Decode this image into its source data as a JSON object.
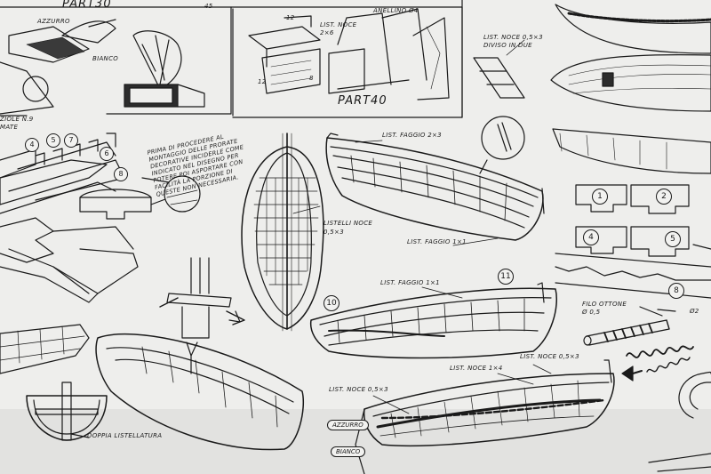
{
  "labels": {
    "part30": "PART30",
    "part40": "PART40",
    "anellino": "ANELLINO Ø4",
    "list_noce_2x6": "LIST. NOCE\n2×6",
    "list_noce_diviso": "LIST. NOCE 0,5×3\nDIVISO IN DUE",
    "ziole": "ZIOLE N.9\nMATE",
    "prima_note": "PRIMA DI PROCEDERE AL MONTAGGIO DELLE PRORATE DECORATIVE INCIDERLE COME INDICATO NEL DISEGNO PER POTERE POI ASPORTARE CON FACILITÀ LA PORZIONE DI QUESTE NON NECESSARIA.",
    "list_faggio_2x3": "LIST. FAGGIO 2×3",
    "listelli_noce": "LISTELLI NOCE\n0,5×3",
    "list_faggio_1x1_a": "LIST. FAGGIO 1×1",
    "list_faggio_1x1_b": "LIST. FAGGIO 1×1",
    "filo_ottone": "FILO OTTONE\nØ 0,5",
    "diam2": "Ø2",
    "list_noce_1x4": "LIST. NOCE 1×4",
    "list_noce_05x3_a": "LIST. NOCE 0,5×3",
    "list_noce_05x3_b": "LIST. NOCE 0,5×3",
    "doppia": "DOPPIA LISTELLATURA",
    "azzurro_top": "AZZURRO",
    "bianco_top": "BIANCO",
    "azzurro": "AZZURRO",
    "bianco": "BIANCO",
    "dim_12a": "12",
    "dim_12b": "12",
    "dim_8": "8",
    "dim_45": "45"
  },
  "callouts": [
    "4",
    "5",
    "7",
    "6",
    "8",
    "10",
    "11",
    "1",
    "2",
    "4",
    "5",
    "8"
  ],
  "colors": {
    "ink": "#1a1a1a",
    "paper": "#ececea"
  }
}
